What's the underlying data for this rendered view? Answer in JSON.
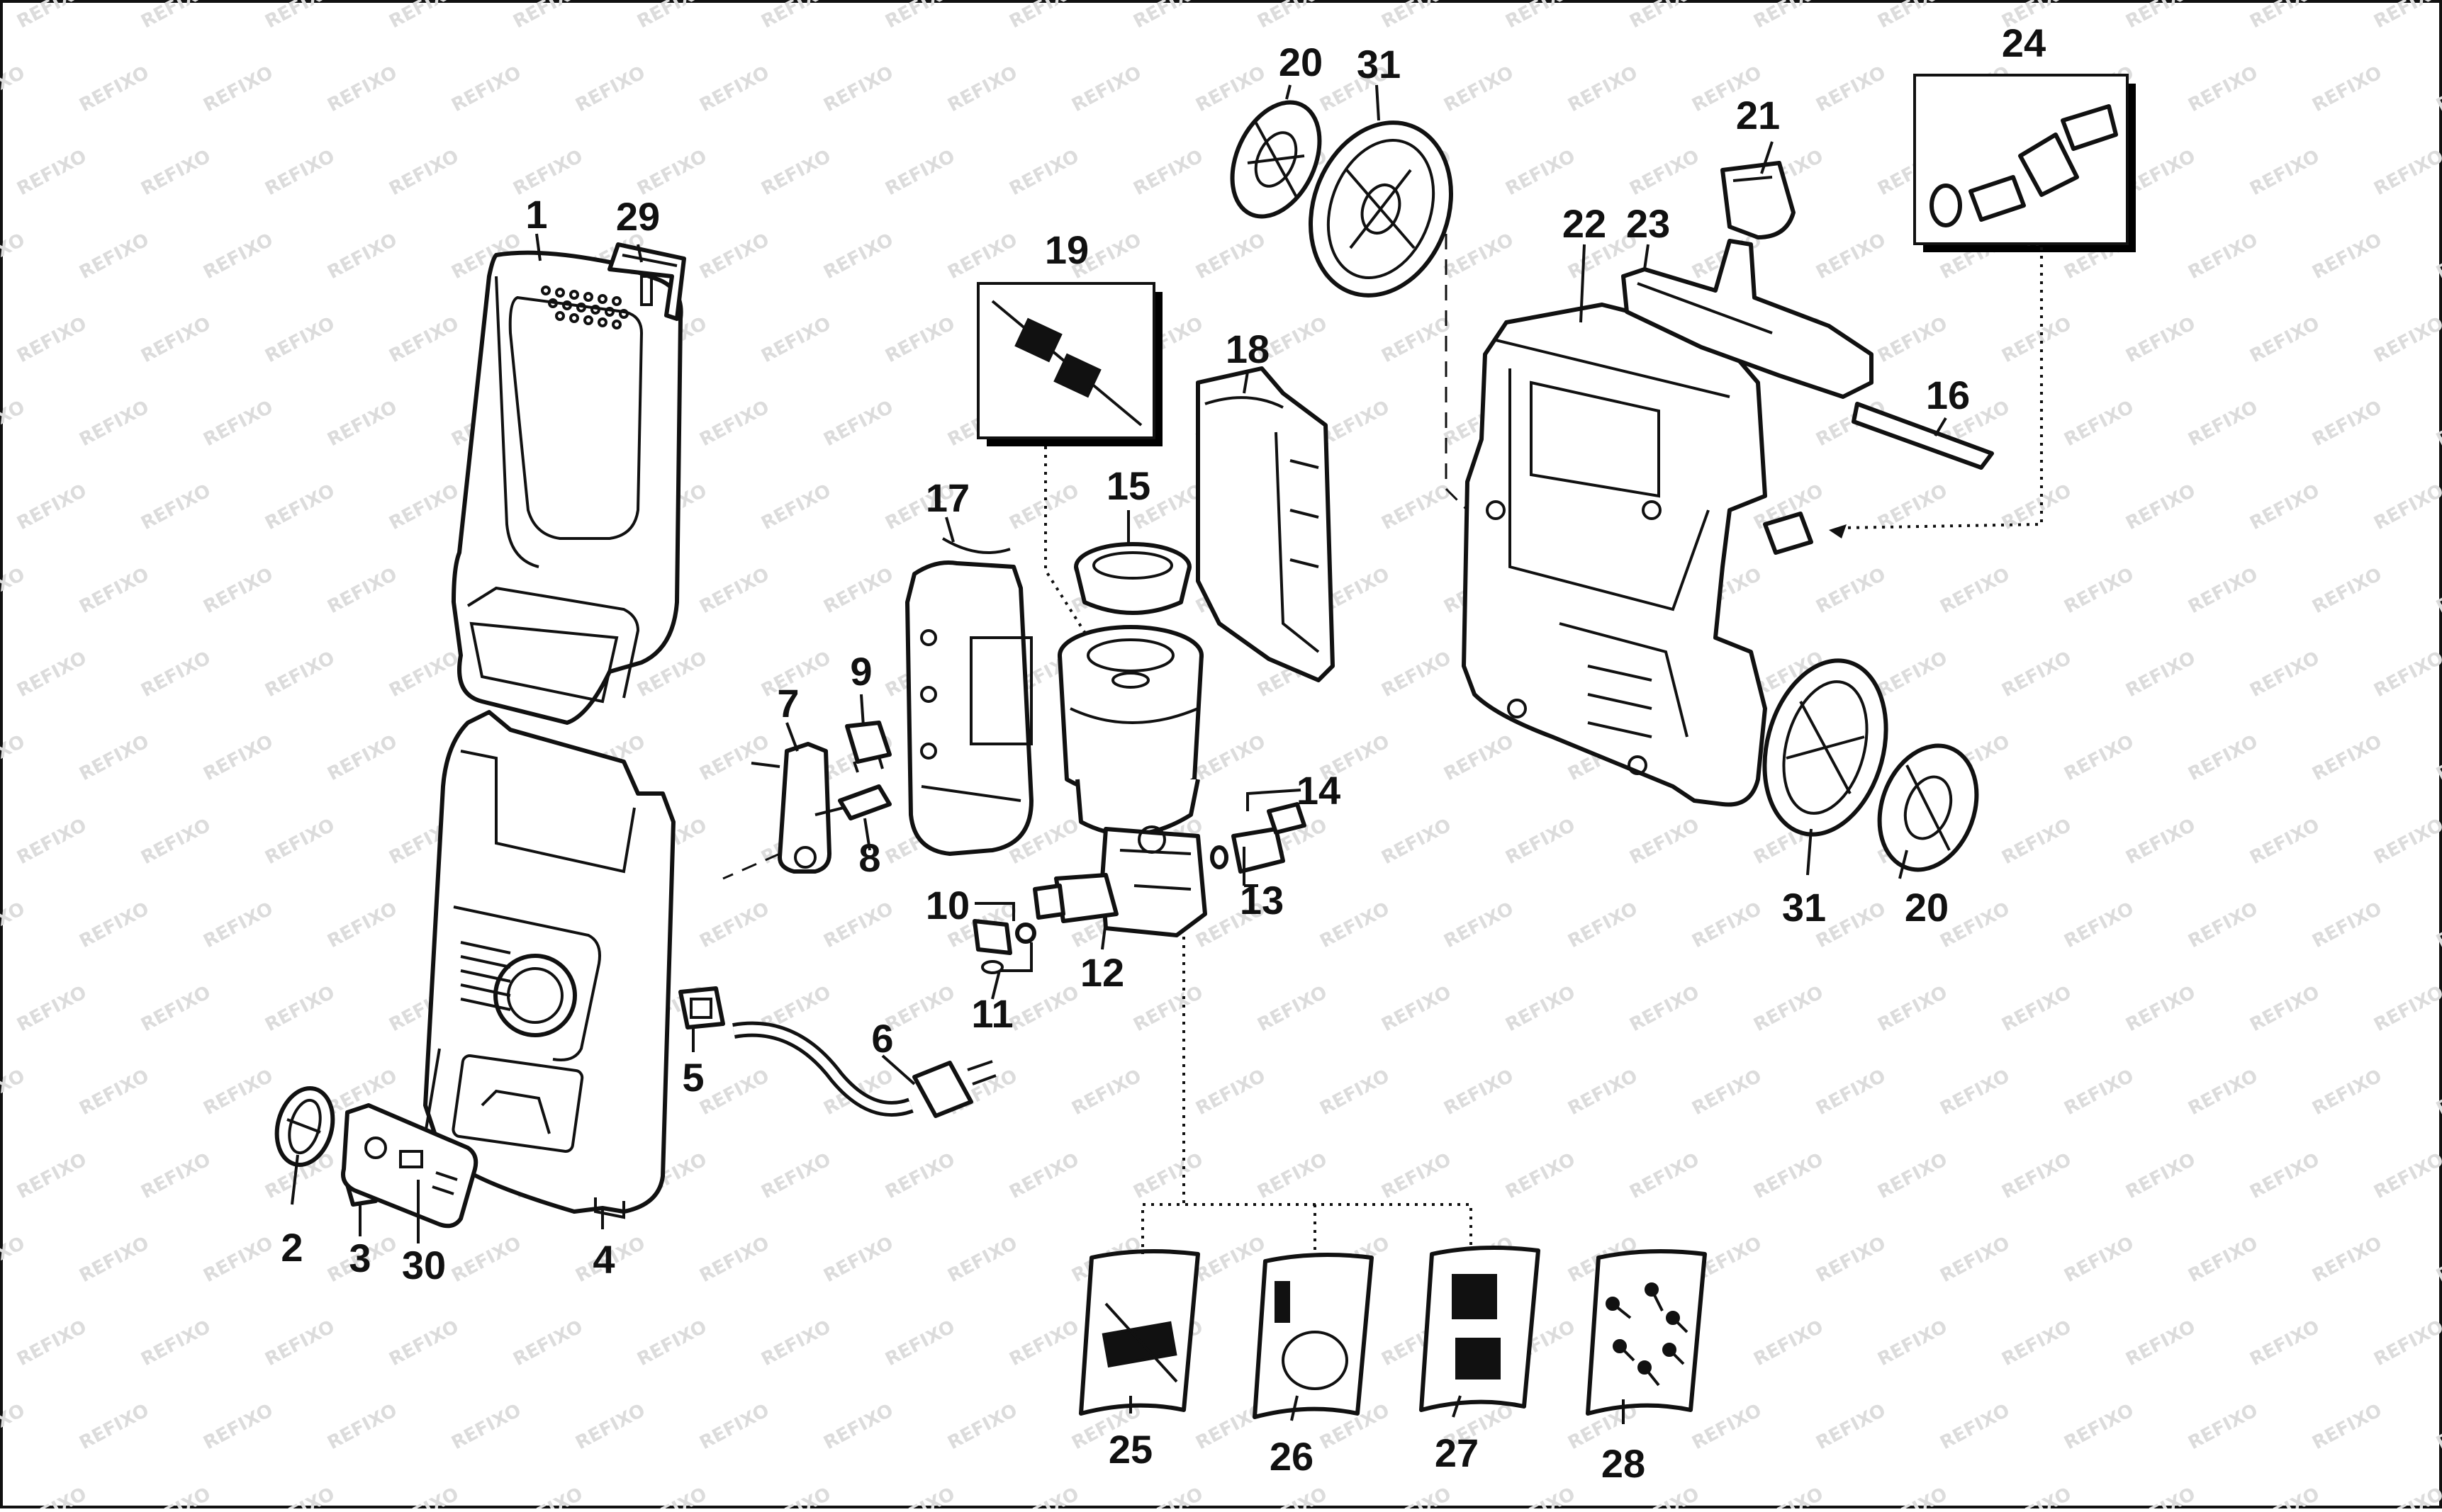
{
  "watermark": "REFIXO",
  "part_labels": [
    {
      "id": "1"
    },
    {
      "id": "2"
    },
    {
      "id": "3"
    },
    {
      "id": "4"
    },
    {
      "id": "5"
    },
    {
      "id": "6"
    },
    {
      "id": "7"
    },
    {
      "id": "8"
    },
    {
      "id": "9"
    },
    {
      "id": "10"
    },
    {
      "id": "11"
    },
    {
      "id": "12"
    },
    {
      "id": "13"
    },
    {
      "id": "14"
    },
    {
      "id": "15"
    },
    {
      "id": "16"
    },
    {
      "id": "17"
    },
    {
      "id": "18"
    },
    {
      "id": "19"
    },
    {
      "id": "20"
    },
    {
      "id": "20"
    },
    {
      "id": "21"
    },
    {
      "id": "22"
    },
    {
      "id": "23"
    },
    {
      "id": "24"
    },
    {
      "id": "25"
    },
    {
      "id": "26"
    },
    {
      "id": "27"
    },
    {
      "id": "28"
    },
    {
      "id": "29"
    },
    {
      "id": "30"
    },
    {
      "id": "31"
    },
    {
      "id": "31"
    }
  ],
  "colors": {
    "line": "#111111",
    "background": "#ffffff",
    "watermark": "#dcdcdc"
  }
}
